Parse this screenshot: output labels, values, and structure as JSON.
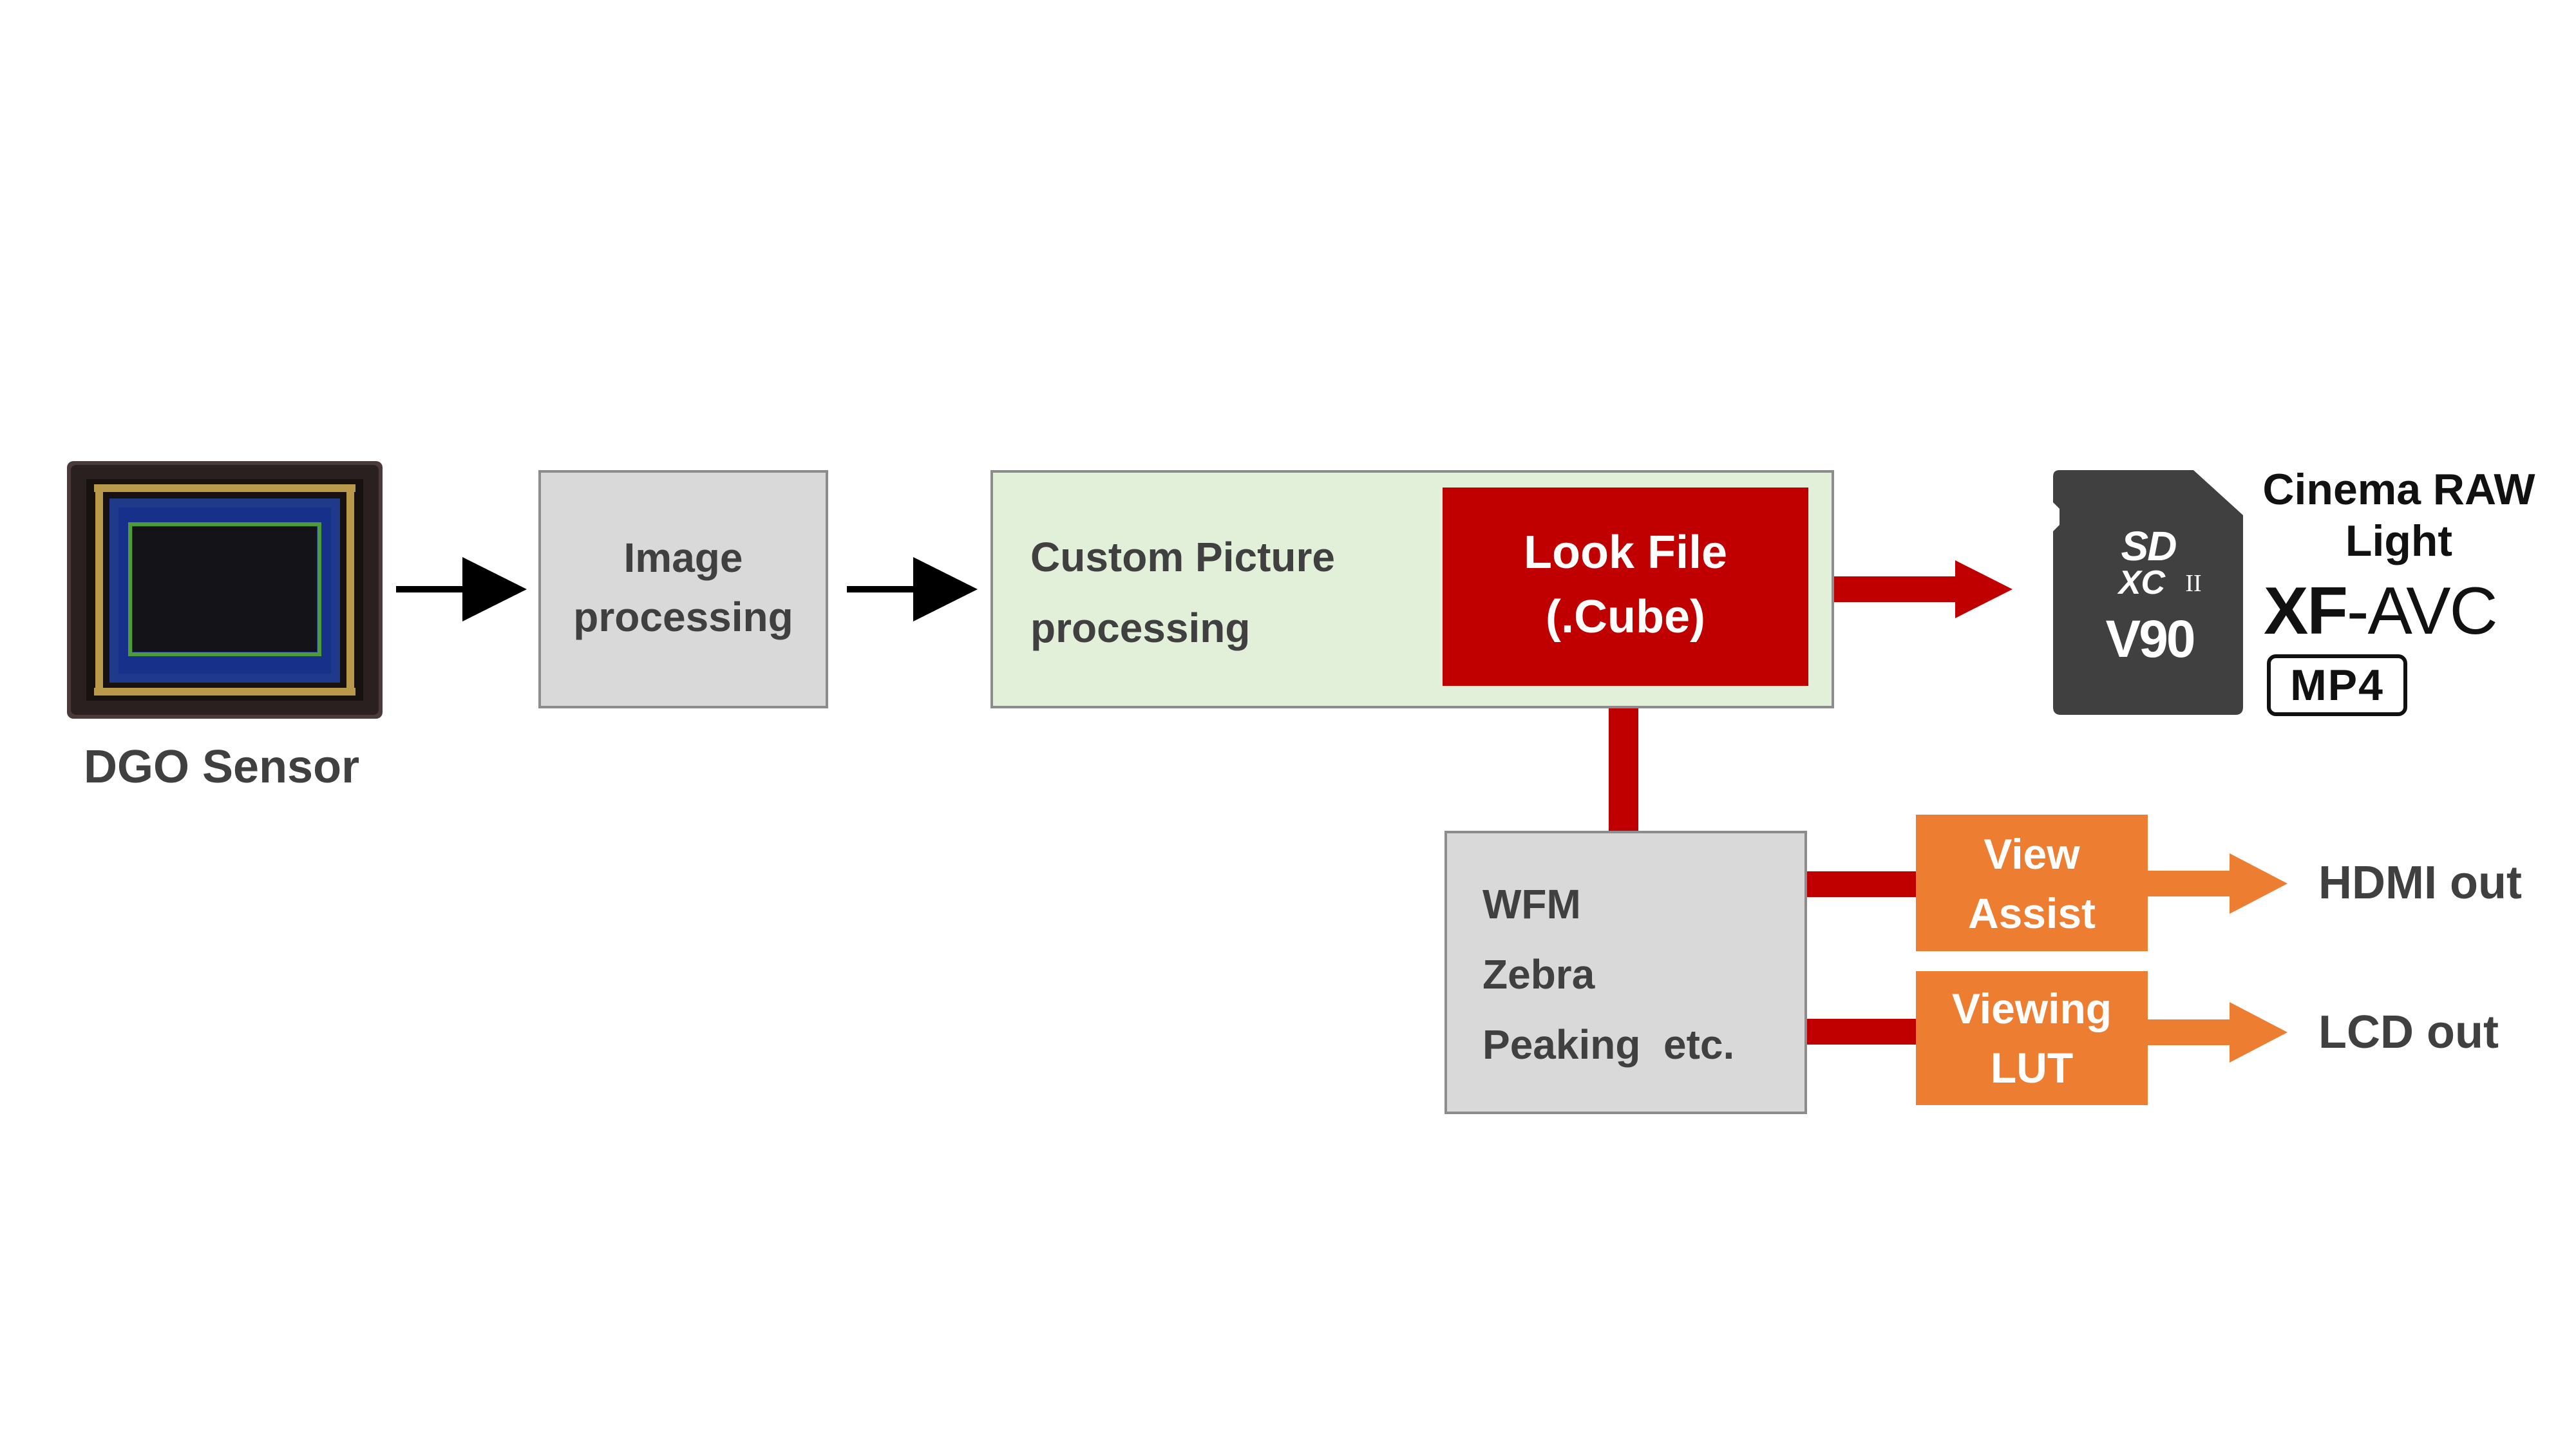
{
  "sensor": {
    "label": "DGO Sensor"
  },
  "image_processing": {
    "label": "Image\nprocessing"
  },
  "custom_picture": {
    "label": "Custom Picture\nprocessing"
  },
  "look_file": {
    "label": "Look File\n(.Cube)"
  },
  "monitoring": {
    "label": "WFM\nZebra\nPeaking  etc."
  },
  "view_assist": {
    "label": "View\nAssist"
  },
  "viewing_lut": {
    "label": "Viewing\nLUT"
  },
  "outputs": {
    "hdmi": "HDMI out",
    "lcd": "LCD out"
  },
  "sd_card": {
    "logo": "SDXC II",
    "speed_class": "V90"
  },
  "formats": {
    "cinema_raw": "Cinema RAW\nLight",
    "xf_avc_bold": "XF",
    "xf_avc_rest": "-AVC",
    "mp4": "MP4"
  },
  "colors": {
    "red": "#c00000",
    "orange": "#ed7d31",
    "gray_box": "#d9d9d9",
    "green_box": "#e2efd9"
  }
}
